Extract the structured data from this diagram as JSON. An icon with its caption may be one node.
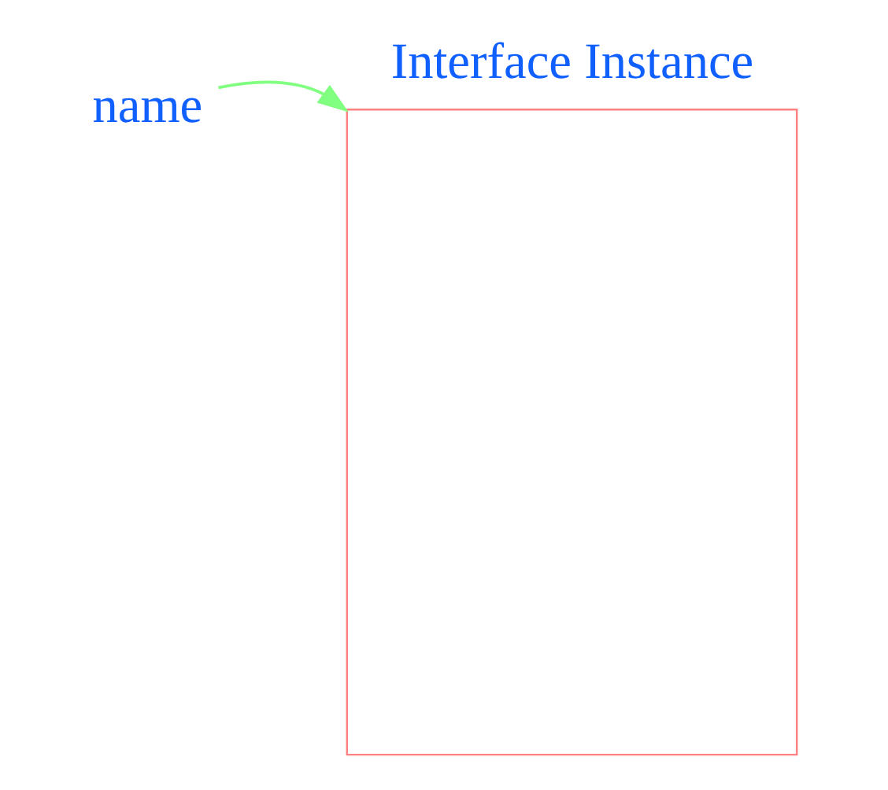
{
  "diagram": {
    "nodes": [
      {
        "text": [
          "Interface Instance"
        ]
      },
      {
        "text": [
          "name"
        ]
      }
    ],
    "edges": [
      {
        "from": 1,
        "to": 0,
        "arrow": "to",
        "color": "#80ff80"
      }
    ]
  }
}
